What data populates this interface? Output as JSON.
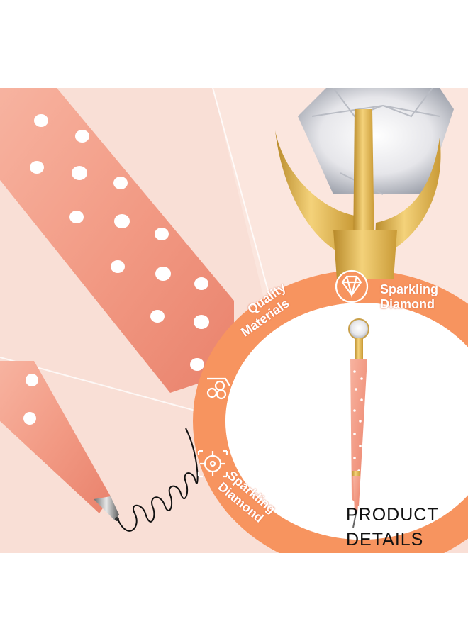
{
  "labels": {
    "sparkling_top_1": "Sparkling",
    "sparkling_top_2": "Diamond",
    "quality_1": "Quality",
    "quality_2": "Materials",
    "sparkling_bottom_1": "Sparkling",
    "sparkling_bottom_2": "Diamond",
    "product_1": "PRODUCT",
    "product_2": "DETAILS"
  },
  "colors": {
    "background": "#f9dfd6",
    "pen_body": "#f2a48f",
    "ring": "#f7945f",
    "gold": "#e2b33f",
    "dot": "#ffffff"
  },
  "icons": [
    "diamond-icon",
    "coins-icon",
    "target-icon"
  ]
}
